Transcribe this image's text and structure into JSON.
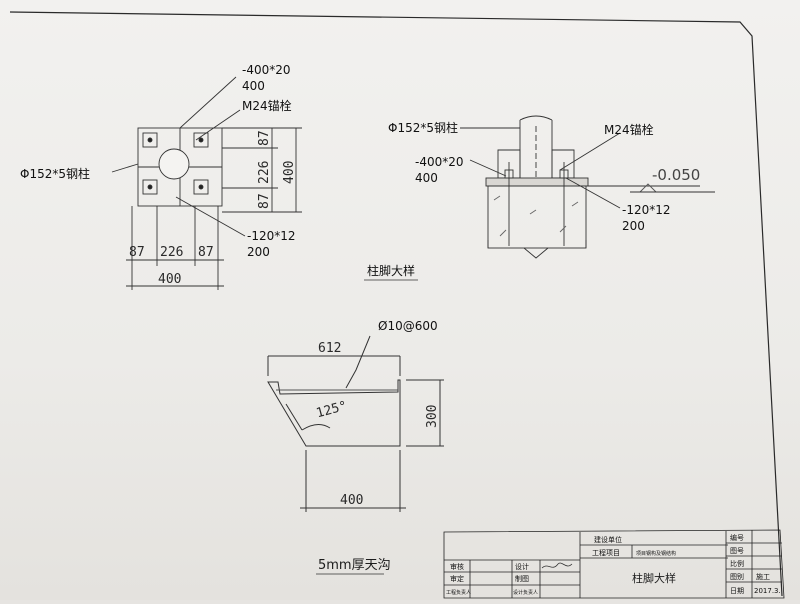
{
  "base_plan": {
    "plate_spec": "-400*20",
    "plate_spec_2": "400",
    "bolt_label": "M24锚栓",
    "column_label": "Φ152*5钢柱",
    "stiffener_spec": "-120*12",
    "stiffener_spec_2": "200",
    "dims_bottom": [
      "87",
      "226",
      "87"
    ],
    "dim_bottom_total": "400",
    "dims_right": [
      "87",
      "226",
      "87"
    ],
    "dim_right_total": "400"
  },
  "base_elevation": {
    "column_label": "Φ152*5钢柱",
    "bolt_label": "M24锚栓",
    "plate_spec": "-400*20",
    "plate_spec_2": "400",
    "level": "-0.050",
    "stiffener_spec": "-120*12",
    "stiffener_spec_2": "200"
  },
  "detail_title": "柱脚大样",
  "gutter": {
    "rebar_label": "Ø10@600",
    "dim_top": "612",
    "dim_height": "300",
    "dim_bottom": "400",
    "angle": "125°",
    "caption": "5mm厚天沟"
  },
  "title_block": {
    "unit_label": "建设单位",
    "project_label": "工程项目",
    "project_value": "项目钢构及钢结构",
    "drawing_title": "柱脚大样",
    "review": "审核",
    "approve": "审定",
    "engineer": "工程负责人",
    "design": "设计",
    "drafting": "制图",
    "design_lead": "设计负责人",
    "number_label": "编号",
    "sheet_no_label": "图号",
    "scale_label": "比例",
    "stage_label": "图别",
    "stage_value": "施工",
    "date_label": "日期",
    "date_value": "2017.3."
  }
}
